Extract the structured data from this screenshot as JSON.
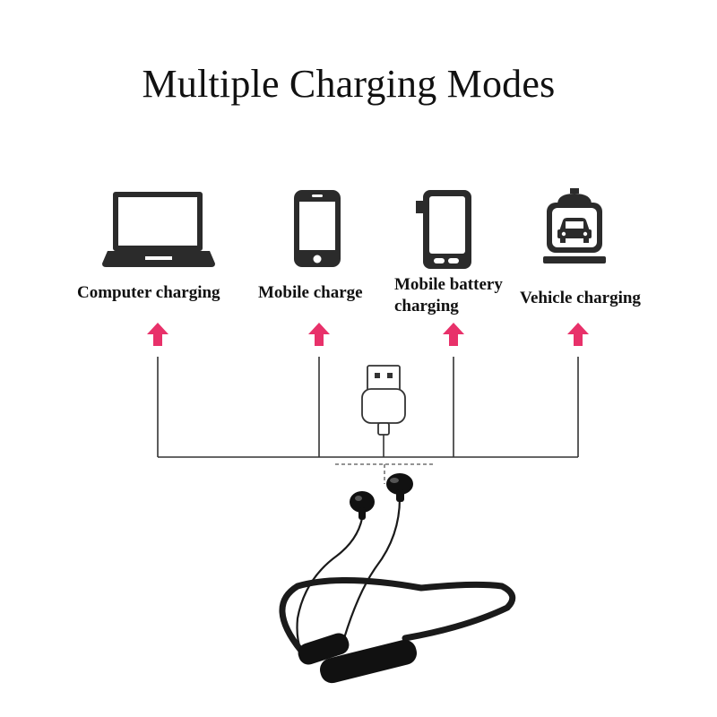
{
  "title": "Multiple Charging Modes",
  "modes": [
    {
      "label": "Computer charging",
      "icon": "laptop-icon"
    },
    {
      "label": "Mobile charge",
      "icon": "smartphone-icon"
    },
    {
      "label_line1": "Mobile battery",
      "label_line2": "charging",
      "icon": "power-bank-icon"
    },
    {
      "label": "Vehicle charging",
      "icon": "car-icon"
    }
  ],
  "colors": {
    "arrow": "#e8316a",
    "icon": "#2b2b2b",
    "line": "#333333"
  }
}
